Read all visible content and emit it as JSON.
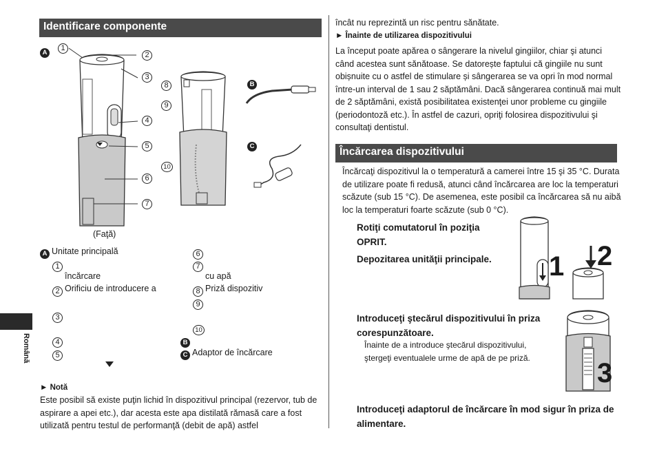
{
  "left": {
    "heading": "Identificare componente",
    "fig_labels": {
      "A": "A",
      "B": "B",
      "C": "C",
      "n1": "1",
      "n2": "2",
      "n3": "3",
      "n4": "4",
      "n5": "5",
      "n6": "6",
      "n7": "7",
      "n8": "8",
      "n9": "9",
      "n10": "10"
    },
    "caption": "(Faţă)",
    "legend": {
      "a_title": "Unitate principală",
      "l1": "",
      "l1b": "încărcare",
      "l2": "Orificiu de introducere a",
      "l3": "",
      "l4": "",
      "l5": "",
      "l6": "",
      "l7": "",
      "l7b": "cu apă",
      "l8": "Priză dispozitiv",
      "l9": "",
      "l10": "",
      "b_label": "",
      "c_label": "Adaptor de încărcare"
    },
    "note_title": "► Notă",
    "note_text": "Este posibil să existe puţin lichid în dispozitivul principal (rezervor, tub de aspirare a apei etc.), dar acesta este apa distilată rămasă care a fost utilizată pentru testul de performanţă (debit de apă) astfel"
  },
  "side_tab": "Română",
  "right": {
    "intro_cont": "încât nu reprezintă un risc pentru sănătate.",
    "before_use_title": "► Înainte de utilizarea dispozitivului",
    "before_use_text": "La început poate apărea o sângerare la nivelul gingiilor, chiar şi atunci când acestea sunt sănătoase. Se datorește faptului că gingiile nu sunt obișnuite cu o astfel de stimulare și sângerarea se va opri în mod normal între-un interval de 1 sau 2 săptămâni. Dacă sângerarea continuă mai mult de 2 săptămâni, există posibilitatea existenţei unor probleme cu gingiile (periodontoză etc.). În astfel de cazuri, opriţi folosirea dispozitivului şi consultaţi dentistul.",
    "heading": "Încărcarea dispozitivului",
    "charging_text": "Încărcaţi dispozitivul la o temperatură a camerei între 15 şi 35 °C. Durata de utilizare poate fi redusă, atunci când încărcarea are loc la temperaturi scăzute (sub 15 °C). De asemenea, este posibil ca încărcarea să nu aibă loc la temperaturi foarte scăzute (sub 0 °C).",
    "step1": "Rotiţi comutatorul în poziţia OPRIT.",
    "step2": "Depozitarea unităţii principale.",
    "step3": "Introduceţi ştecărul dispozitivului în priza corespunzătoare.",
    "step3_sub": "Înainte de a introduce ştecărul dispozitivului, ştergeţi eventualele urme de apă de pe priză.",
    "step4": "Introduceţi adaptorul de încărcare în mod sigur în priza de alimentare.",
    "fig_nums": {
      "one": "1",
      "two": "2",
      "three": "3"
    }
  }
}
